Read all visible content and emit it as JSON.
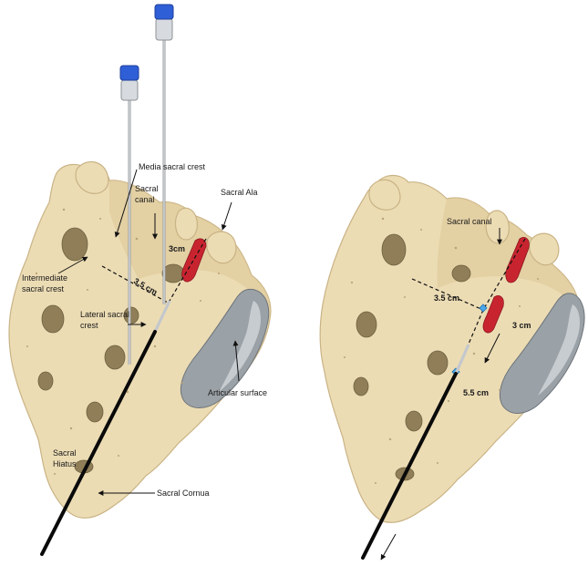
{
  "left_panel": {
    "labels": {
      "median_sacral_crest": "Media sacral crest",
      "sacral_canal_line1": "Sacral",
      "sacral_canal_line2": "canal",
      "sacral_ala": "Sacral Ala",
      "intermediate_line1": "Intermediate",
      "intermediate_line2": "sacral crest",
      "lateral_line1": "Lateral sacral",
      "lateral_line2": "crest",
      "articular_surface": "Articular surface",
      "sacral_hiatus_line1": "Sacral",
      "sacral_hiatus_line2": "Hiatus",
      "sacral_cornua": "Sacral Cornua"
    },
    "measurements": {
      "vertical": "3cm",
      "horizontal": "3.5 cm"
    }
  },
  "right_panel": {
    "labels": {
      "sacral_canal": "Sacral canal"
    },
    "measurements": {
      "horizontal": "3.5 cm",
      "upper": "3 cm",
      "lower": "5.5 cm"
    }
  },
  "colors": {
    "bone": "#ecdcb4",
    "ligament": "#c8242f",
    "articular": "#9aa1a7",
    "needle_cap": "#2f5fd6",
    "electrode": "#0a0a0a"
  }
}
